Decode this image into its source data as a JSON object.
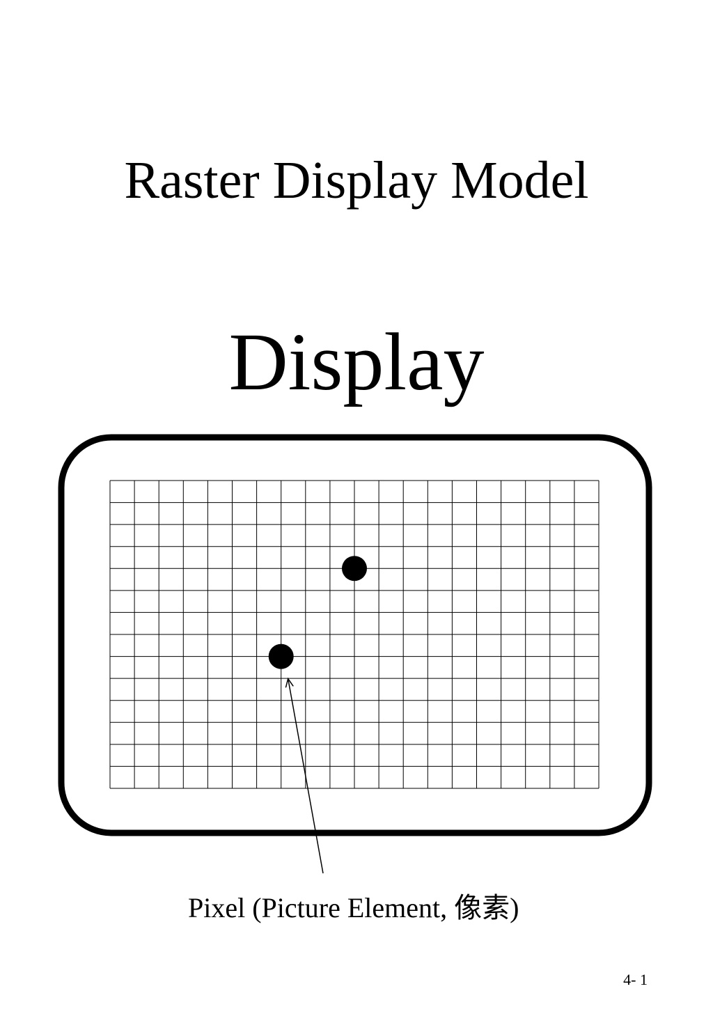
{
  "slide": {
    "title": "Raster Display Model",
    "heading": "Display",
    "caption": "Pixel (Picture Element, 像素)",
    "page_number": "4- 1"
  },
  "grid": {
    "columns": 20,
    "rows": 14,
    "highlighted_pixels": [
      {
        "col": 10,
        "row": 4
      },
      {
        "col": 7,
        "row": 8
      }
    ],
    "arrow_target": {
      "col": 7,
      "row": 8
    }
  },
  "colors": {
    "ink": "#000000",
    "background": "#ffffff"
  }
}
